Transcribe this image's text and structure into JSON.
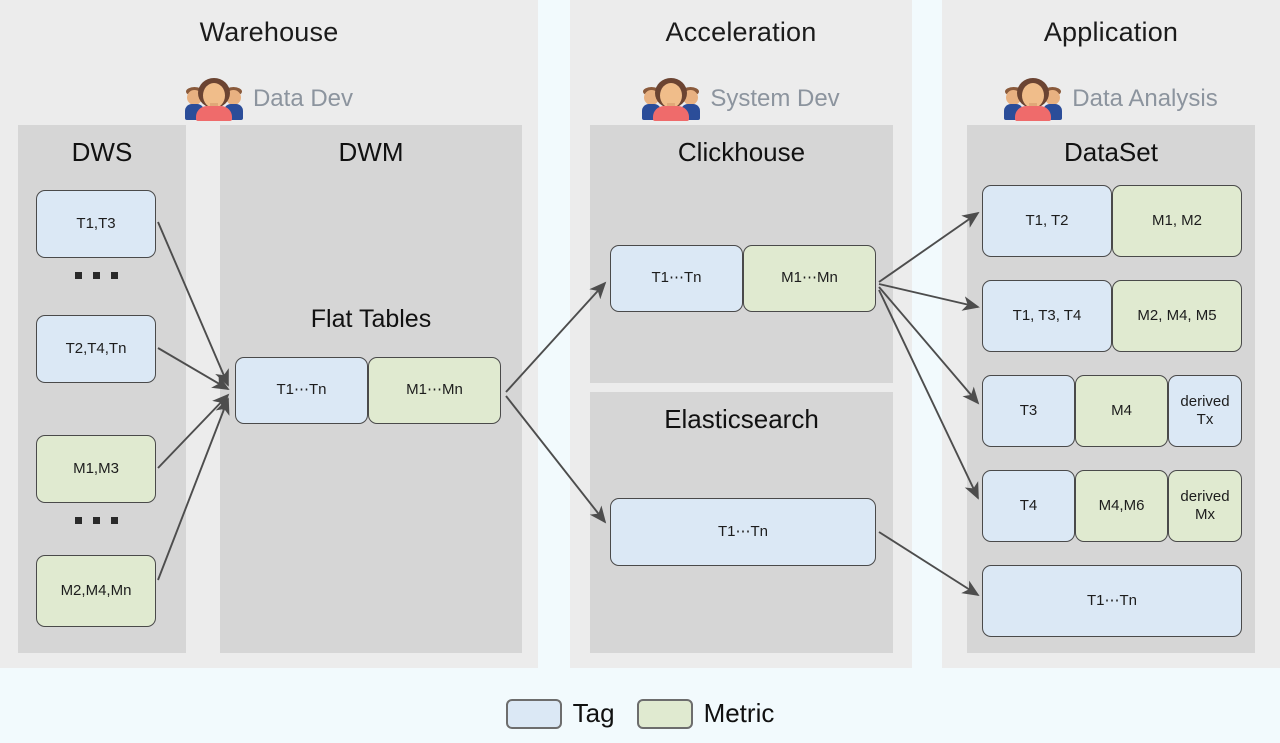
{
  "legend": {
    "items": [
      {
        "label": "Tag",
        "color": "#dbe8f5",
        "kind": "tag"
      },
      {
        "label": "Metric",
        "color": "#e0ead0",
        "kind": "metric"
      }
    ]
  },
  "panels": [
    {
      "id": "warehouse",
      "title": "Warehouse",
      "role": "Data Dev",
      "role_icon": "people-group-icon",
      "groups": [
        {
          "id": "dws",
          "title": "DWS",
          "nodes": [
            {
              "label": "T1,T3",
              "kind": "tag"
            },
            {
              "label": "T2,T4,Tn",
              "kind": "tag"
            },
            {
              "label": "M1,M3",
              "kind": "metric"
            },
            {
              "label": "M2,M4,Mn",
              "kind": "metric"
            }
          ],
          "ellipsis_count": 2
        },
        {
          "id": "dwm",
          "title": "DWM",
          "sub_title": "Flat Tables",
          "nodes": [
            {
              "label": "T1⋯Tn",
              "kind": "tag"
            },
            {
              "label": "M1⋯Mn",
              "kind": "metric"
            }
          ]
        }
      ]
    },
    {
      "id": "acceleration",
      "title": "Acceleration",
      "role": "System Dev",
      "role_icon": "people-group-icon",
      "groups": [
        {
          "id": "clickhouse",
          "title": "Clickhouse",
          "nodes": [
            {
              "label": "T1⋯Tn",
              "kind": "tag"
            },
            {
              "label": "M1⋯Mn",
              "kind": "metric"
            }
          ]
        },
        {
          "id": "elasticsearch",
          "title": "Elasticsearch",
          "nodes": [
            {
              "label": "T1⋯Tn",
              "kind": "tag"
            }
          ]
        }
      ]
    },
    {
      "id": "application",
      "title": "Application",
      "role": "Data Analysis",
      "role_icon": "people-group-icon",
      "groups": [
        {
          "id": "dataset",
          "title": "DataSet",
          "rows": [
            [
              {
                "label": "T1, T2",
                "kind": "tag"
              },
              {
                "label": "M1, M2",
                "kind": "metric"
              }
            ],
            [
              {
                "label": "T1, T3, T4",
                "kind": "tag"
              },
              {
                "label": "M2, M4, M5",
                "kind": "metric"
              }
            ],
            [
              {
                "label": "T3",
                "kind": "tag"
              },
              {
                "label": "M4",
                "kind": "metric"
              },
              {
                "label": "derived Tx",
                "kind": "tag"
              }
            ],
            [
              {
                "label": "T4",
                "kind": "tag"
              },
              {
                "label": "M4,M6",
                "kind": "metric"
              },
              {
                "label": "derived Mx",
                "kind": "metric"
              }
            ],
            [
              {
                "label": "T1⋯Tn",
                "kind": "tag"
              }
            ]
          ]
        }
      ]
    }
  ],
  "colors": {
    "page_background": "#f2fafd",
    "panel_background": "#ececec",
    "group_background": "#d6d6d6",
    "tag": "#dbe8f5",
    "metric": "#e0ead0",
    "node_border": "#4a4a4a",
    "arrow": "#4d4d4d",
    "role_text": "#8c949e"
  }
}
